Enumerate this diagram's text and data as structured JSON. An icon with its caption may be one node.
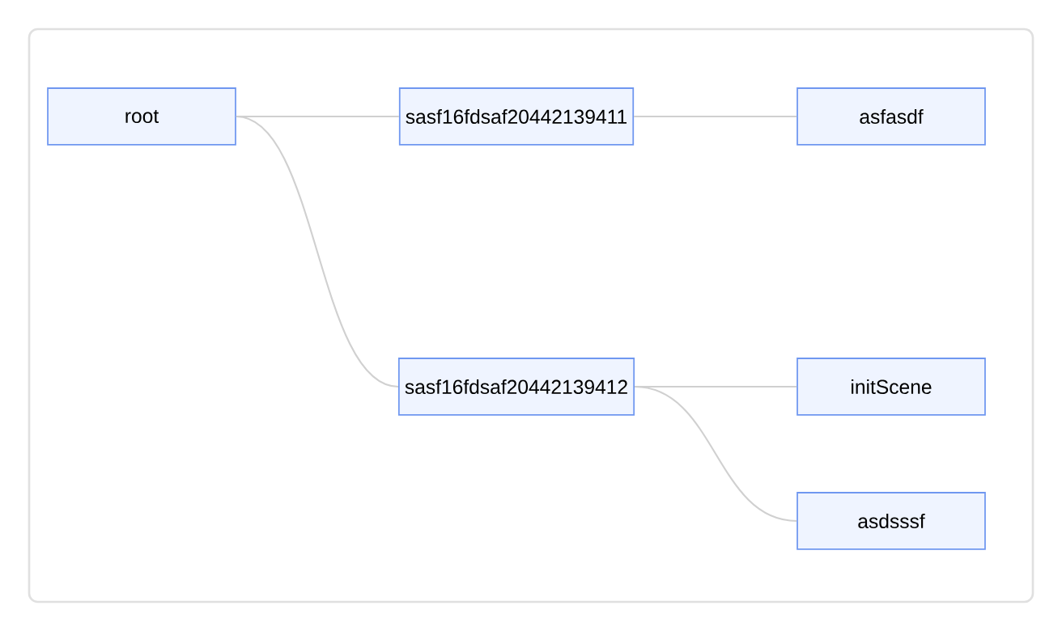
{
  "diagram": {
    "nodes": [
      {
        "text": [
          "root"
        ]
      },
      {
        "text": [
          "sasf16fdsaf20442139411"
        ]
      },
      {
        "text": [
          "asfasdf"
        ]
      },
      {
        "text": [
          "sasf16fdsaf20442139412"
        ]
      },
      {
        "text": [
          "initScene"
        ]
      },
      {
        "text": [
          "asdsssf"
        ]
      }
    ],
    "edges": [
      {
        "from": 0,
        "to": 1,
        "arrow": "none"
      },
      {
        "from": 0,
        "to": 3,
        "arrow": "none"
      },
      {
        "from": 1,
        "to": 2,
        "arrow": "none"
      },
      {
        "from": 3,
        "to": 4,
        "arrow": "none"
      },
      {
        "from": 3,
        "to": 5,
        "arrow": "none"
      }
    ]
  }
}
